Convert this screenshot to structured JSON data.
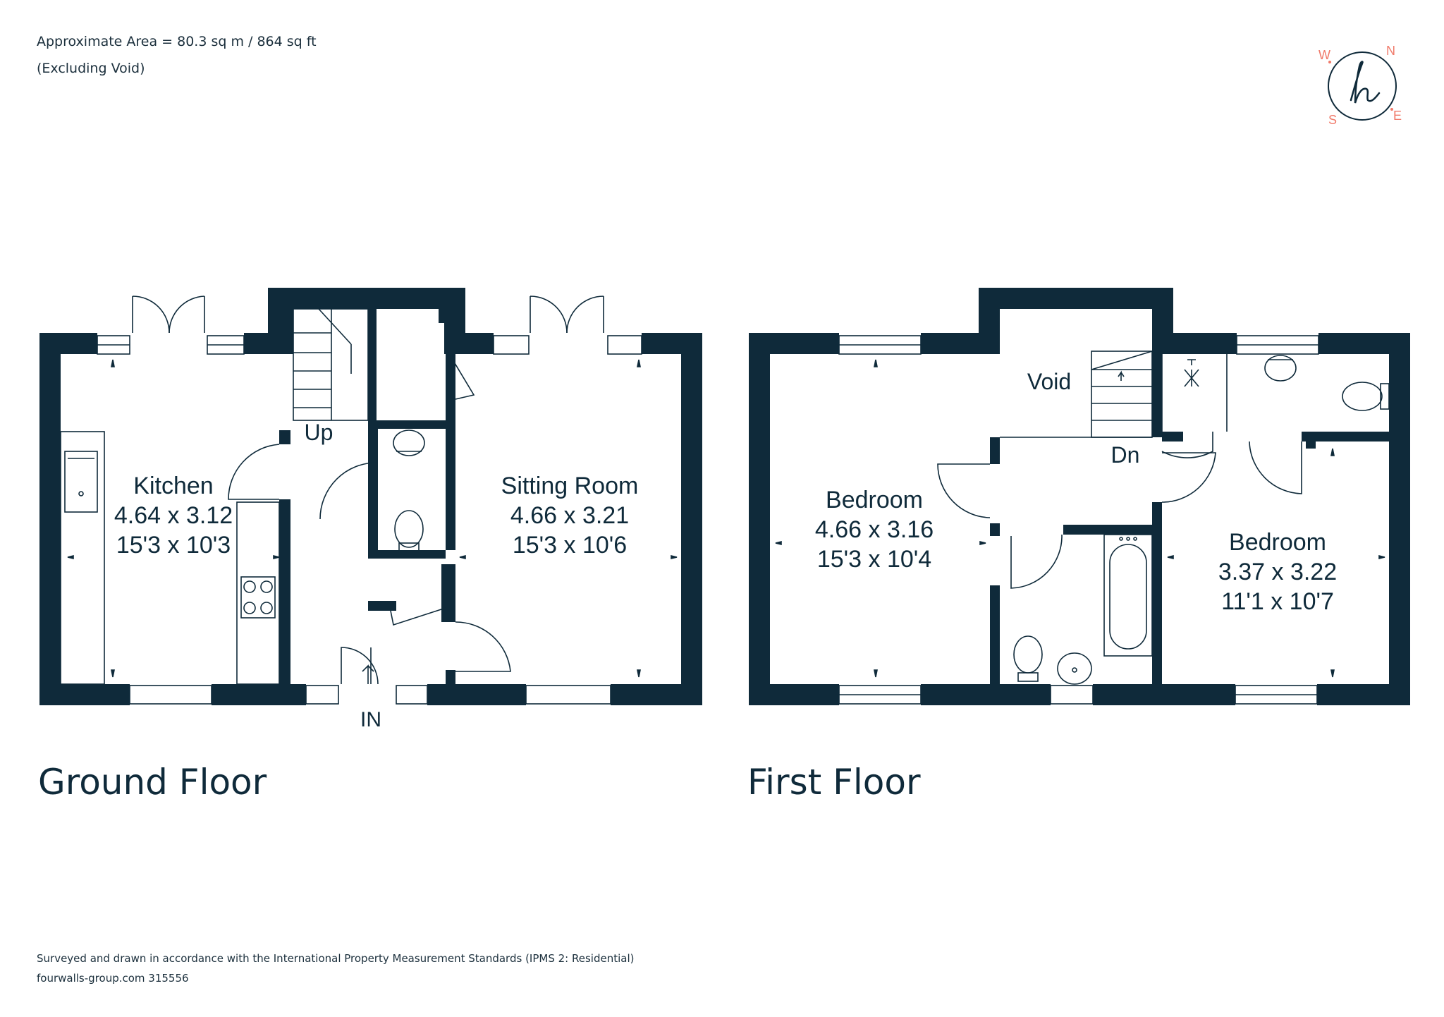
{
  "header": {
    "area": "Approximate Area = 80.3 sq m / 864 sq ft",
    "note": "(Excluding Void)"
  },
  "compass": {
    "n": "N",
    "e": "E",
    "s": "S",
    "w": "W",
    "logo_letter": "h",
    "accent": "#f07a6a",
    "ink": "#0f2a3a"
  },
  "ground_floor": {
    "title": "Ground Floor",
    "kitchen": {
      "name": "Kitchen",
      "metric": "4.64 x 3.12",
      "imperial": "15'3 x 10'3"
    },
    "sitting": {
      "name": "Sitting Room",
      "metric": "4.66 x 3.21",
      "imperial": "15'3 x 10'6"
    },
    "stairs_label": "Up",
    "entrance_label": "IN"
  },
  "first_floor": {
    "title": "First Floor",
    "bedroom1": {
      "name": "Bedroom",
      "metric": "4.66 x 3.16",
      "imperial": "15'3 x 10'4"
    },
    "bedroom2": {
      "name": "Bedroom",
      "metric": "3.37 x 3.22",
      "imperial": "11'1 x 10'7"
    },
    "void_label": "Void",
    "stairs_label": "Dn"
  },
  "footer": {
    "standards": "Surveyed and drawn in accordance with the International Property Measurement Standards (IPMS 2: Residential)",
    "reference": "fourwalls-group.com 315556"
  },
  "colors": {
    "wall": "#0f2a3a",
    "line": "#0f2a3a"
  }
}
